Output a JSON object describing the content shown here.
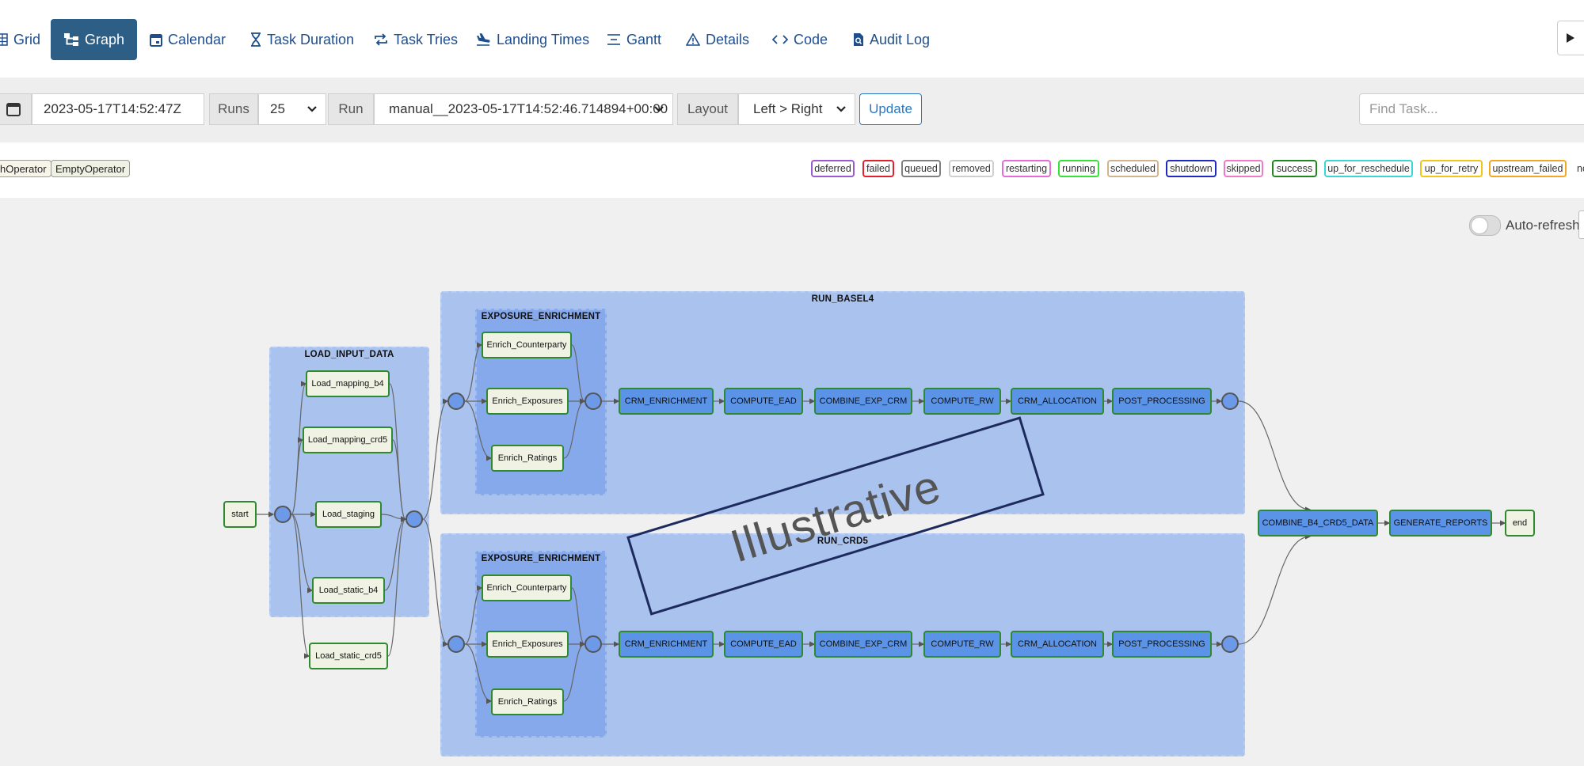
{
  "tabs": [
    {
      "label": "Grid",
      "icon": "grid-icon"
    },
    {
      "label": "Graph",
      "icon": "graph-icon",
      "active": true
    },
    {
      "label": "Calendar",
      "icon": "calendar-icon"
    },
    {
      "label": "Task Duration",
      "icon": "hourglass-icon"
    },
    {
      "label": "Task Tries",
      "icon": "repeat-icon"
    },
    {
      "label": "Landing Times",
      "icon": "landing-icon"
    },
    {
      "label": "Gantt",
      "icon": "gantt-icon"
    },
    {
      "label": "Details",
      "icon": "warning-icon"
    },
    {
      "label": "Code",
      "icon": "code-icon"
    },
    {
      "label": "Audit Log",
      "icon": "audit-log-icon"
    }
  ],
  "controls": {
    "date_value": "2023-05-17T14:52:47Z",
    "runs_label": "Runs",
    "runs_value": "25",
    "run_label": "Run",
    "run_value": "manual__2023-05-17T14:52:46.714894+00:00",
    "layout_label": "Layout",
    "layout_value": "Left > Right",
    "update_label": "Update",
    "find_placeholder": "Find Task..."
  },
  "operators": [
    {
      "label": "hOperator"
    },
    {
      "label": "EmptyOperator"
    }
  ],
  "states": [
    {
      "label": "deferred",
      "color": "#9b59d6"
    },
    {
      "label": "failed",
      "color": "#e0202a"
    },
    {
      "label": "queued",
      "color": "#808080"
    },
    {
      "label": "removed",
      "color": "#cfcfcf"
    },
    {
      "label": "restarting",
      "color": "#e66bd6"
    },
    {
      "label": "running",
      "color": "#36e23a"
    },
    {
      "label": "scheduled",
      "color": "#d2b48c"
    },
    {
      "label": "shutdown",
      "color": "#1f2ac5"
    },
    {
      "label": "skipped",
      "color": "#f07ac8"
    },
    {
      "label": "success",
      "color": "#1e8a1e"
    },
    {
      "label": "up_for_reschedule",
      "color": "#3ad6d6"
    },
    {
      "label": "up_for_retry",
      "color": "#f2c517"
    },
    {
      "label": "upstream_failed",
      "color": "#f5a623"
    },
    {
      "label": "nc",
      "color": "#ffffff"
    }
  ],
  "graph": {
    "auto_refresh_label": "Auto-refresh",
    "watermark": "Illustrative",
    "groups": {
      "load_input": "LOAD_INPUT_DATA",
      "run_basel4": "RUN_BASEL4",
      "run_crd5": "RUN_CRD5",
      "exposure_enrichment": "EXPOSURE_ENRICHMENT"
    },
    "tasks": {
      "start": "start",
      "load_mapping_b4": "Load_mapping_b4",
      "load_mapping_crd5": "Load_mapping_crd5",
      "load_staging": "Load_staging",
      "load_static_b4": "Load_static_b4",
      "load_static_crd5": "Load_static_crd5",
      "enrich_counterparty": "Enrich_Counterparty",
      "enrich_exposures": "Enrich_Exposures",
      "enrich_ratings": "Enrich_Ratings",
      "crm_enrichment": "CRM_ENRICHMENT",
      "compute_ead": "COMPUTE_EAD",
      "combine_exp_crm": "COMBINE_EXP_CRM",
      "compute_rw": "COMPUTE_RW",
      "crm_allocation": "CRM_ALLOCATION",
      "post_processing": "POST_PROCESSING",
      "combine_b4_crd5": "COMBINE_B4_CRD5_DATA",
      "generate_reports": "GENERATE_REPORTS",
      "end": "end"
    }
  }
}
